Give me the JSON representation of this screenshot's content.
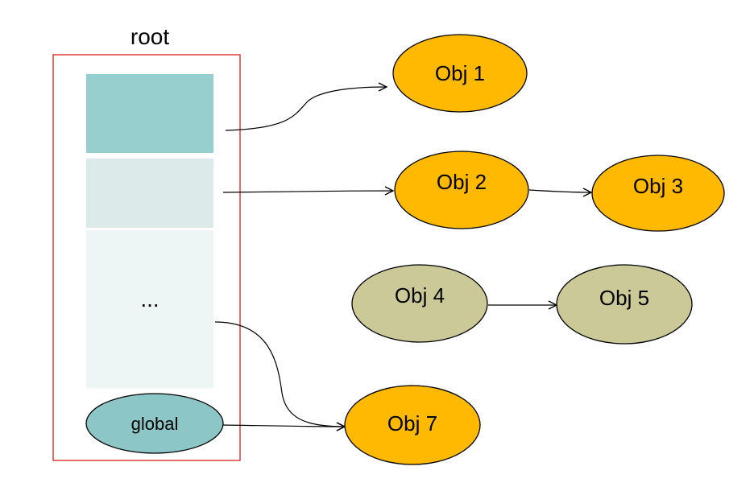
{
  "root": {
    "label": "root",
    "slots": [
      {
        "label": ""
      },
      {
        "label": ""
      },
      {
        "label": "..."
      }
    ],
    "global_label": "global"
  },
  "objects": {
    "obj1": {
      "label": "Obj 1"
    },
    "obj2": {
      "label": "Obj 2"
    },
    "obj3": {
      "label": "Obj 3"
    },
    "obj4": {
      "label": "Obj 4"
    },
    "obj5": {
      "label": "Obj 5"
    },
    "obj7": {
      "label": "Obj 7"
    }
  },
  "edges": [
    {
      "from": "root-slot-1",
      "to": "obj1"
    },
    {
      "from": "root-slot-2",
      "to": "obj2"
    },
    {
      "from": "obj2",
      "to": "obj3"
    },
    {
      "from": "obj4",
      "to": "obj5"
    },
    {
      "from": "root-slot-3",
      "to": "obj7"
    },
    {
      "from": "global",
      "to": "obj7"
    }
  ],
  "colors": {
    "reachable_object_fill": "#FFB900",
    "unreachable_object_fill": "#CCC999",
    "global_fill": "#8CC6C6",
    "slot_1_fill": "#97CECE",
    "slot_2_fill": "#DCEBEA",
    "slot_3_fill": "#EEF6F5",
    "root_border": "#E03A3A"
  }
}
